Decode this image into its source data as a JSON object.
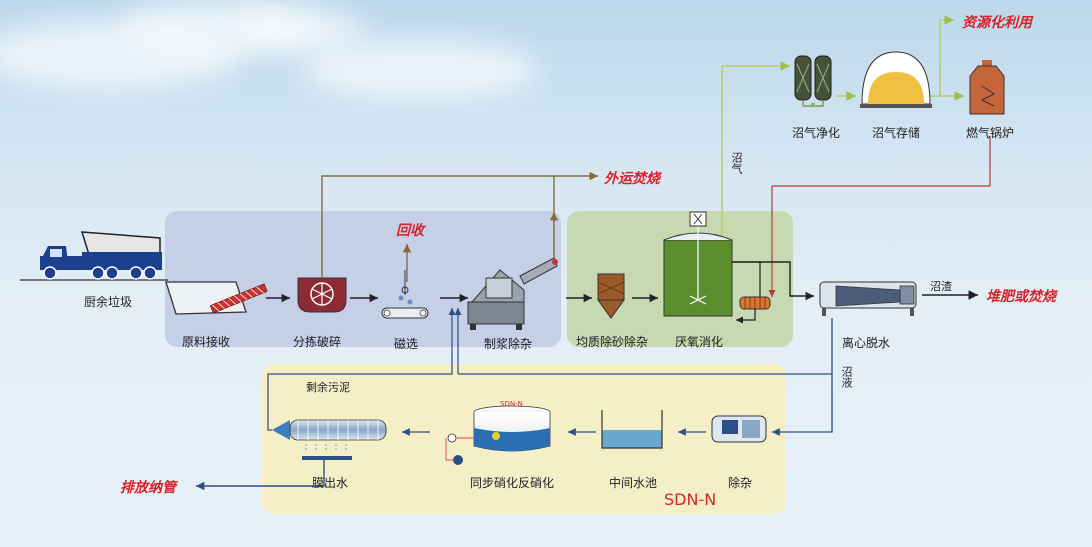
{
  "header_labels": {
    "resource_use": "资源化利用",
    "biogas_purify": "沼气净化",
    "biogas_storage": "沼气存储",
    "gas_boiler": "燃气锅炉",
    "biogas_vertical": "沼气",
    "external_incineration": "外运焚烧"
  },
  "pretreatment": {
    "truck_label": "厨余垃圾",
    "raw_receive": "原料接收",
    "sort_crush": "分拣破碎",
    "magnetic": "磁选",
    "recycle": "回收",
    "slurry": "制浆除杂"
  },
  "digestion": {
    "homogenize": "均质除砂除杂",
    "anaerobic": "厌氧消化"
  },
  "dewater": {
    "centrifuge": "离心脱水",
    "residue": "沼渣",
    "fertilizer": "堆肥或焚烧",
    "liquid_vertical": "沼液"
  },
  "sdn": {
    "excess_sludge": "剩余污泥",
    "membrane_out": "膜出水",
    "sync_nitrification": "同步硝化反硝化",
    "sdn_tag": "SDN-N",
    "middle_pool": "中间水池",
    "impurity": "除杂",
    "discharge": "排放纳管",
    "title": "SDN-N"
  },
  "colors": {
    "pretreat_panel": "#c5cfe8",
    "digest_panel": "#c7d9b0",
    "sdn_panel": "#f5efc8",
    "arrow_brown": "#8a6a3a",
    "arrow_red": "#b73a3a",
    "arrow_green": "#b6cf6a",
    "arrow_blue": "#2b4f86",
    "accent_red": "#d8232a"
  }
}
